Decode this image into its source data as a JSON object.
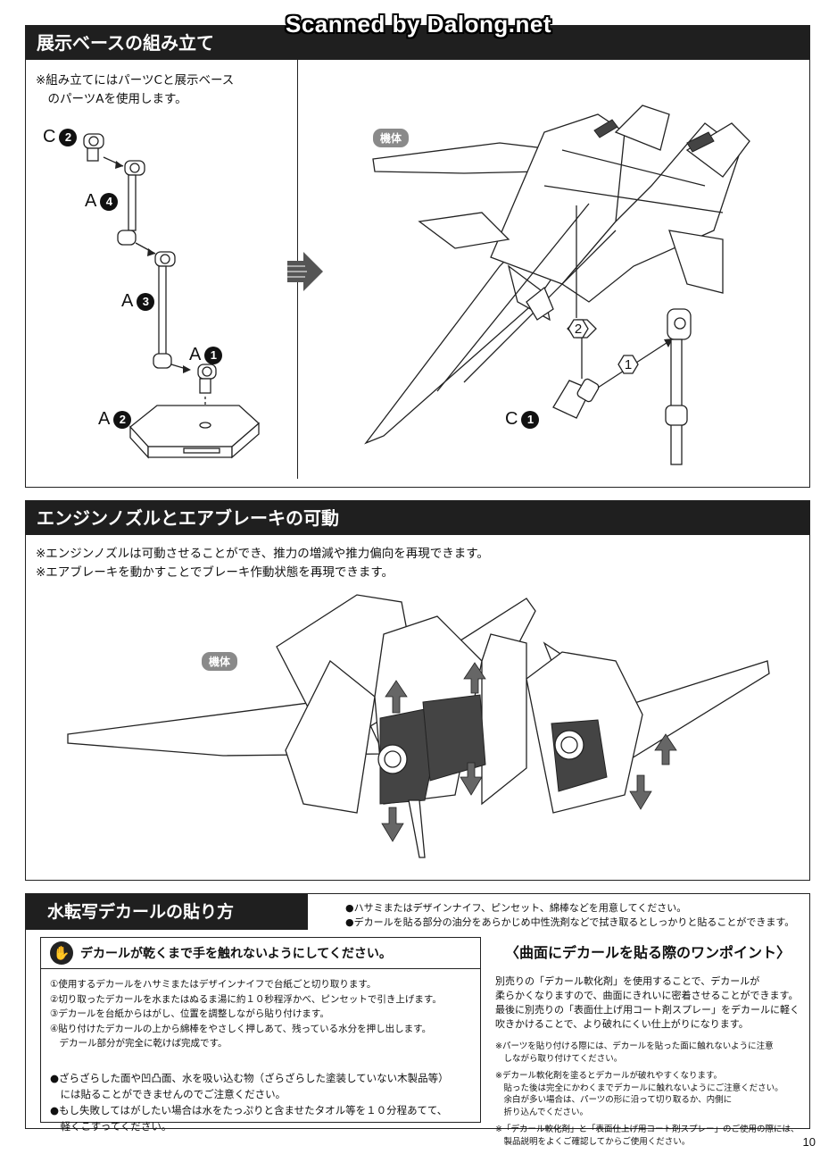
{
  "watermark": "Scanned by Dalong.net",
  "section1": {
    "title": "展示ベースの組み立て",
    "note_line1": "※組み立てにはパーツCと展示ベース",
    "note_line2": "　のパーツAを使用します。",
    "labels": {
      "c2_letter": "C",
      "c2_num": "2",
      "a4_letter": "A",
      "a4_num": "4",
      "a3_letter": "A",
      "a3_num": "3",
      "a1_letter": "A",
      "a1_num": "1",
      "a2_letter": "A",
      "a2_num": "2",
      "c1_letter": "C",
      "c1_num": "1"
    },
    "badge": "機体",
    "step2": "2",
    "step1": "1"
  },
  "section2": {
    "title": "エンジンノズルとエアブレーキの可動",
    "note_line1": "※エンジンノズルは可動させることができ、推力の増減や推力偏向を再現できます。",
    "note_line2": "※エアブレーキを動かすことでブレーキ作動状態を再現できます。",
    "badge": "機体"
  },
  "section3": {
    "title": "水転写デカールの貼り方",
    "bullet1": "●ハサミまたはデザインナイフ、ピンセット、綿棒などを用意してください。",
    "bullet2": "●デカールを貼る部分の油分をあらかじめ中性洗剤などで拭き取るとしっかりと貼ることができます。",
    "warning": "デカールが乾くまで手を触れないようにしてください。",
    "steps": [
      "①使用するデカールをハサミまたはデザインナイフで台紙ごと切り取ります。",
      "②切り取ったデカールを水またはぬるま湯に約１０秒程浮かべ、ピンセットで引き上げます。",
      "③デカールを台紙からはがし、位置を調整しながら貼り付けます。",
      "④貼り付けたデカールの上から綿棒をやさしく押しあて、残っている水分を押し出します。",
      "　デカール部分が完全に乾けば完成です。"
    ],
    "notes": [
      "●ざらざらした面や凹凸面、水を吸い込む物（ざらざらした塗装していない木製品等）",
      "　には貼ることができませんのでご注意ください。",
      "●もし失敗してはがしたい場合は水をたっぷりと含ませたタオル等を１０分程あてて、",
      "　軽くこすってください。"
    ],
    "tip_title": "〈曲面にデカールを貼る際のワンポイント〉",
    "tip_body": [
      "別売りの「デカール軟化剤」を使用することで、デカールが",
      "柔らかくなりますので、曲面にきれいに密着させることができます。",
      "最後に別売りの「表面仕上げ用コート剤スプレー」をデカールに軽く",
      "吹きかけることで、より破れにくい仕上がりになります。"
    ],
    "tip_notes": [
      "※パーツを貼り付ける際には、デカールを貼った面に触れないように注意",
      "　しながら取り付けてください。",
      "※デカール軟化剤を塗るとデカールが破れやすくなります。",
      "　貼った後は完全にかわくまでデカールに触れないようにご注意ください。",
      "　余白が多い場合は、パーツの形に沿って切り取るか、内側に",
      "　折り込んでください。",
      "※「デカール軟化剤」と「表面仕上げ用コート剤スプレー」のご使用の際には、",
      "　製品説明をよくご確認してからご使用ください。"
    ]
  },
  "page_number": "10"
}
